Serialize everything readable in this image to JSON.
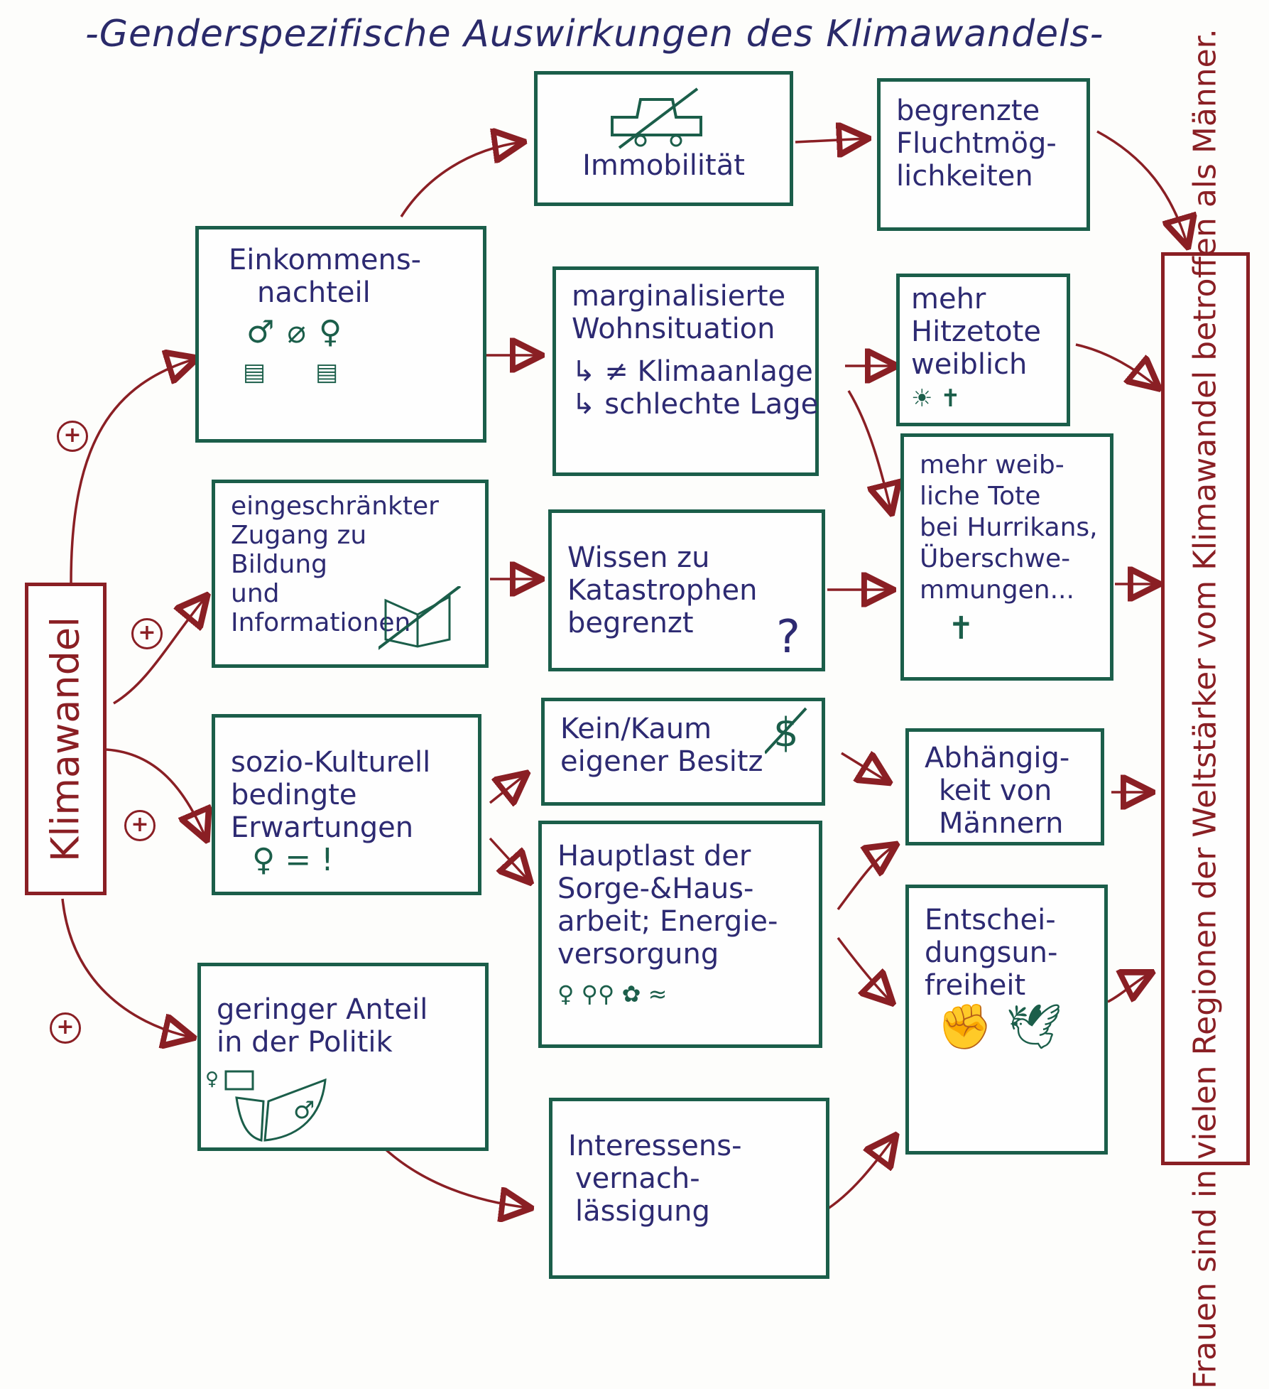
{
  "title": "-Genderspezifische Auswirkungen des Klimawandels-",
  "source": {
    "label": "Klimawandel"
  },
  "conclusion": {
    "lines": [
      "Frauen sind in vielen Regionen der Welt",
      "stärker vom Klimawandel betroffen als Männer."
    ]
  },
  "plus_sign": "+",
  "causes": [
    {
      "id": "einkommen",
      "lines": [
        "Einkommens-",
        "nachteil"
      ],
      "icons": [
        "♂",
        "♀",
        "⌀",
        "▤",
        "▤"
      ]
    },
    {
      "id": "bildung",
      "lines": [
        "eingeschränkter",
        "Zugang zu",
        "Bildung",
        "und",
        "Informationen"
      ],
      "icons": [
        "crossed-book"
      ]
    },
    {
      "id": "sozio",
      "lines": [
        "sozio-Kulturell",
        "bedingte",
        "Erwartungen"
      ],
      "icons": [
        "♀ = !"
      ]
    },
    {
      "id": "politik",
      "lines": [
        "geringer Anteil",
        "in der Politik"
      ],
      "icons": [
        "♀",
        "♂"
      ]
    }
  ],
  "mids": [
    {
      "id": "immobil",
      "lines": [
        "Immobilität"
      ],
      "icon": "crossed-car"
    },
    {
      "id": "wohn",
      "lines": [
        "marginalisierte",
        "Wohnsituation",
        "↳ ≠ Klimaanlage",
        "↳ schlechte Lage"
      ]
    },
    {
      "id": "wissen",
      "lines": [
        "Wissen zu",
        "Katastrophen",
        "begrenzt"
      ],
      "icon": "?"
    },
    {
      "id": "besitz",
      "lines": [
        "Kein/Kaum",
        "eigener Besitz"
      ],
      "icon": "crossed-dollar"
    },
    {
      "id": "hauptlast",
      "lines": [
        "Hauptlast der",
        "Sorge-&Haus-",
        "arbeit; Energie-",
        "versorgung"
      ],
      "icons": "♀ ⚲⚲ ✿ ≈"
    },
    {
      "id": "interessen",
      "lines": [
        "Interessens-",
        "vernach-",
        "lässigung"
      ]
    }
  ],
  "effects": [
    {
      "id": "flucht",
      "lines": [
        "begrenzte",
        "Fluchtmög-",
        "lichkeiten"
      ]
    },
    {
      "id": "hitze",
      "lines": [
        "mehr",
        "Hitzetote",
        "weiblich"
      ],
      "icons": "☀ ✝"
    },
    {
      "id": "tote",
      "lines": [
        "mehr weib-",
        "liche Tote",
        "bei Hurrikans,",
        "Überschwe-",
        "mmungen..."
      ],
      "icons": "✝"
    },
    {
      "id": "abhaengig",
      "lines": [
        "Abhängig-",
        "keit von",
        "Männern"
      ]
    },
    {
      "id": "entscheid",
      "lines": [
        "Entschei-",
        "dungsun-",
        "freiheit"
      ],
      "icons": "✊ 🕊"
    }
  ]
}
